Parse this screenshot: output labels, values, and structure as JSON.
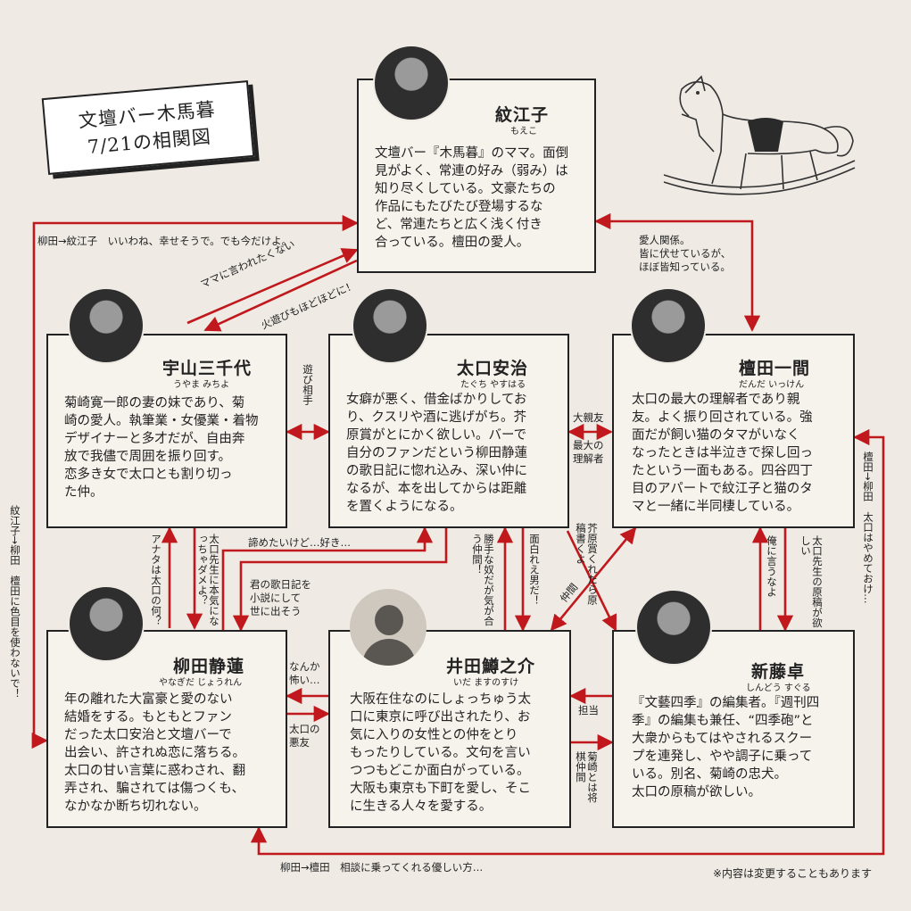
{
  "title": {
    "line1": "文壇バー木馬暮",
    "line2": "7/21の相関図"
  },
  "note": "※内容は変更することもあります",
  "colors": {
    "arrow": "#c0181c",
    "ink": "#222222",
    "background": "#efeae4"
  },
  "characters": {
    "moeko": {
      "name": "紋江子",
      "reading": "もえこ",
      "desc": "文壇バー『木馬暮』のママ。面倒\n見がよく、常連の好み（弱み）は\n知り尽くしている。文豪たちの\n作品にもたびたび登場するな\nど、常連たちと広く浅く付き\n合っている。檀田の愛人。"
    },
    "uyama": {
      "name": "宇山三千代",
      "reading": "うやま みちよ",
      "desc": "菊崎寛一郎の妻の妹であり、菊\n崎の愛人。執筆業・女優業・着物\nデザイナーと多才だが、自由奔\n放で我儘で周囲を振り回す。\n恋多き女で太口とも割り切っ\nた仲。"
    },
    "taguchi": {
      "name": "太口安治",
      "reading": "たぐち やすはる",
      "desc": "女癖が悪く、借金ばかりしてお\nり、クスリや酒に逃げがち。芥\n原賞がとにかく欲しい。バーで\n自分のファンだという柳田静蓮\nの歌日記に惚れ込み、深い仲に\nなるが、本を出してからは距離\nを置くようになる。"
    },
    "danda": {
      "name": "檀田一間",
      "reading": "だんだ いっけん",
      "desc": "太口の最大の理解者であり親\n友。よく振り回されている。強\n面だが飼い猫のタマがいなく\nなったときは半泣きで探し回っ\nたという一面もある。四谷四丁\n目のアパートで紋江子と猫のタ\nマと一緒に半同棲している。"
    },
    "yanagida": {
      "name": "柳田静蓮",
      "reading": "やなぎだ じょうれん",
      "desc": "年の離れた大富豪と愛のない\n結婚をする。もともとファン\nだった太口安治と文壇バーで\n出会い、許されぬ恋に落ちる。\n太口の甘い言葉に惑わされ、翻\n弄され、騙されては傷つくも、\nなかなか断ち切れない。"
    },
    "ida": {
      "name": "井田鱒之介",
      "reading": "いだ ますのすけ",
      "desc": "大阪在住なのにしょっちゅう太\n口に東京に呼び出されたり、お\n気に入りの女性との仲をとり\nもったりしている。文句を言い\nつつもどこか面白がっている。\n大阪も東京も下町を愛し、そこ\nに生きる人々を愛する。"
    },
    "shindo": {
      "name": "新藤卓",
      "reading": "しんどう すぐる",
      "desc": "『文藝四季』の編集者。『週刊四\n季』の編集も兼任、“四季砲”と\n大衆からもてはやされるスクー\nプを連発し、やや調子に乗って\nいる。別名、菊崎の忠犬。\n太口の原稿が欲しい。"
    }
  },
  "relations": {
    "yanagida_moeko": "柳田→紋江子　いいわね、幸せそうで。でも今だけよ。",
    "moeko_yanagida": "紋江子→柳田　檀田に色目を使わないで！",
    "mama": "ママに言われたくない",
    "hiasobi": "火遊びもほどほどに！",
    "aijin": "愛人関係。\n皆に伏せているが、\nほぼ皆知っている。",
    "asobi": "遊び相手",
    "shinyu": "大親友",
    "rikaisha": "最大の\n理解者",
    "anata": "アナタは太口の何？",
    "honki": "太口先生に本気になっちゃダメよ？",
    "akirame": "諦めたいけど…好き…",
    "utanikki": "君の歌日記を\n小説にして\n世に出そう",
    "nanka": "なんか\n怖い…",
    "akuyu": "太口の\n悪友",
    "katte": "勝手な奴だが気が合う仲間！",
    "omoshiro": "面白れえ男だ！",
    "akutagawa": "芥原賞くれたら原稿書くよ",
    "chukai": "仲間",
    "oreni": "俺に言うなよ",
    "genko": "太口先生の原稿が欲しい",
    "danda_yanagida": "檀田→柳田　太口はやめておけ…",
    "tanto": "担当",
    "shogi": "菊崎とは将棋仲間",
    "yanagida_danda": "柳田→檀田　相談に乗ってくれる優しい方…"
  }
}
